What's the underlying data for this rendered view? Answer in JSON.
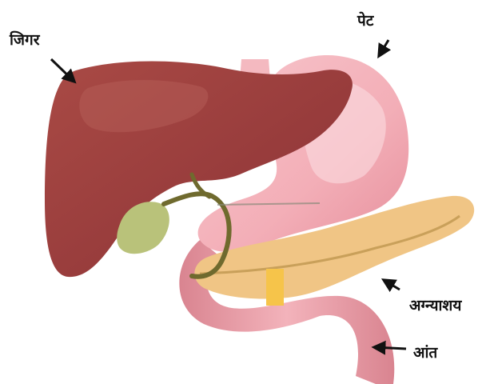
{
  "labels": {
    "liver": "जिगर",
    "stomach": "पेट",
    "pancreas": "अग्न्याशय",
    "intestine": "आंत"
  },
  "colors": {
    "liver": "#9b3f3c",
    "liver_highlight": "#b5605a",
    "stomach": "#f2b4bb",
    "stomach_light": "#fad5d9",
    "pancreas": "#f0c585",
    "gallbladder": "#b9c27a",
    "duct": "#6f6a2e",
    "intestine": "#e89aa4",
    "arrow": "#111111"
  }
}
